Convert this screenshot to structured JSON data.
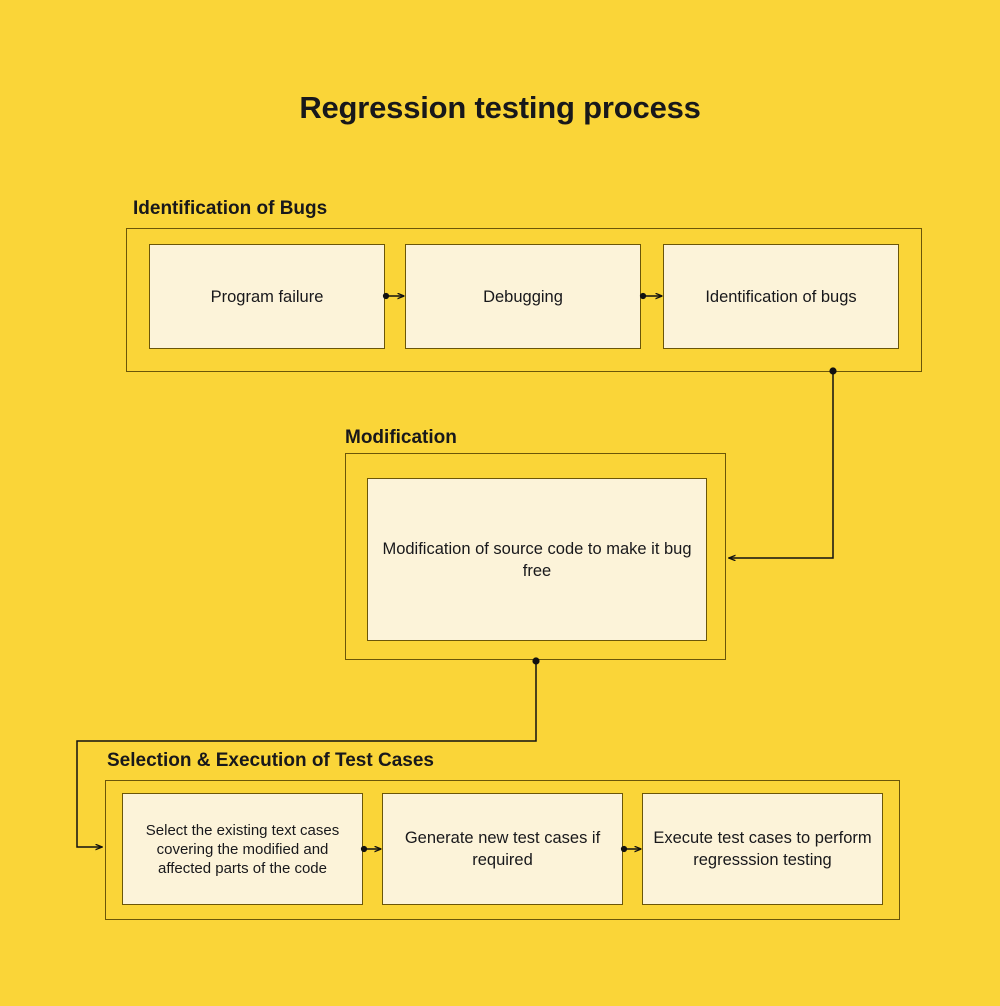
{
  "page": {
    "title": "Regression testing process",
    "background_color": "#FAD538",
    "box_fill_color": "#FCF3D9",
    "line_color": "#6b5608",
    "text_color": "#18181b"
  },
  "diagram": {
    "type": "flowchart",
    "stages": [
      {
        "id": "identification-of-bugs",
        "heading": "Identification of Bugs",
        "steps": [
          {
            "id": "program-failure",
            "label": "Program failure"
          },
          {
            "id": "debugging",
            "label": "Debugging"
          },
          {
            "id": "identification-of-bugs-step",
            "label": "Identification of bugs"
          }
        ]
      },
      {
        "id": "modification",
        "heading": "Modification",
        "steps": [
          {
            "id": "modification-of-source-code",
            "label": "Modification of source code to make it bug free"
          }
        ]
      },
      {
        "id": "selection-execution-of-test-cases",
        "heading": "Selection & Execution of Test Cases",
        "steps": [
          {
            "id": "select-existing-test-cases",
            "label": "Select the existing text cases covering the modified and affected parts of the code"
          },
          {
            "id": "generate-new-test-cases",
            "label": "Generate new test cases if required"
          },
          {
            "id": "execute-test-cases",
            "label": "Execute test cases to perform regresssion testing"
          }
        ]
      }
    ],
    "connectors": [
      {
        "id": "program-failure-to-debugging",
        "from": "program-failure",
        "to": "debugging",
        "style": "dot-to-arrow"
      },
      {
        "id": "debugging-to-identification",
        "from": "debugging",
        "to": "identification-of-bugs-step",
        "style": "dot-to-arrow"
      },
      {
        "id": "bugs-stage-to-modification-stage",
        "from": "identification-of-bugs",
        "to": "modification",
        "style": "dot-to-arrow"
      },
      {
        "id": "modification-stage-to-selection-stage",
        "from": "modification",
        "to": "selection-execution-of-test-cases",
        "style": "dot-to-arrow"
      },
      {
        "id": "select-to-generate",
        "from": "select-existing-test-cases",
        "to": "generate-new-test-cases",
        "style": "dot-to-arrow"
      },
      {
        "id": "generate-to-execute",
        "from": "generate-new-test-cases",
        "to": "execute-test-cases",
        "style": "dot-to-arrow"
      }
    ]
  }
}
